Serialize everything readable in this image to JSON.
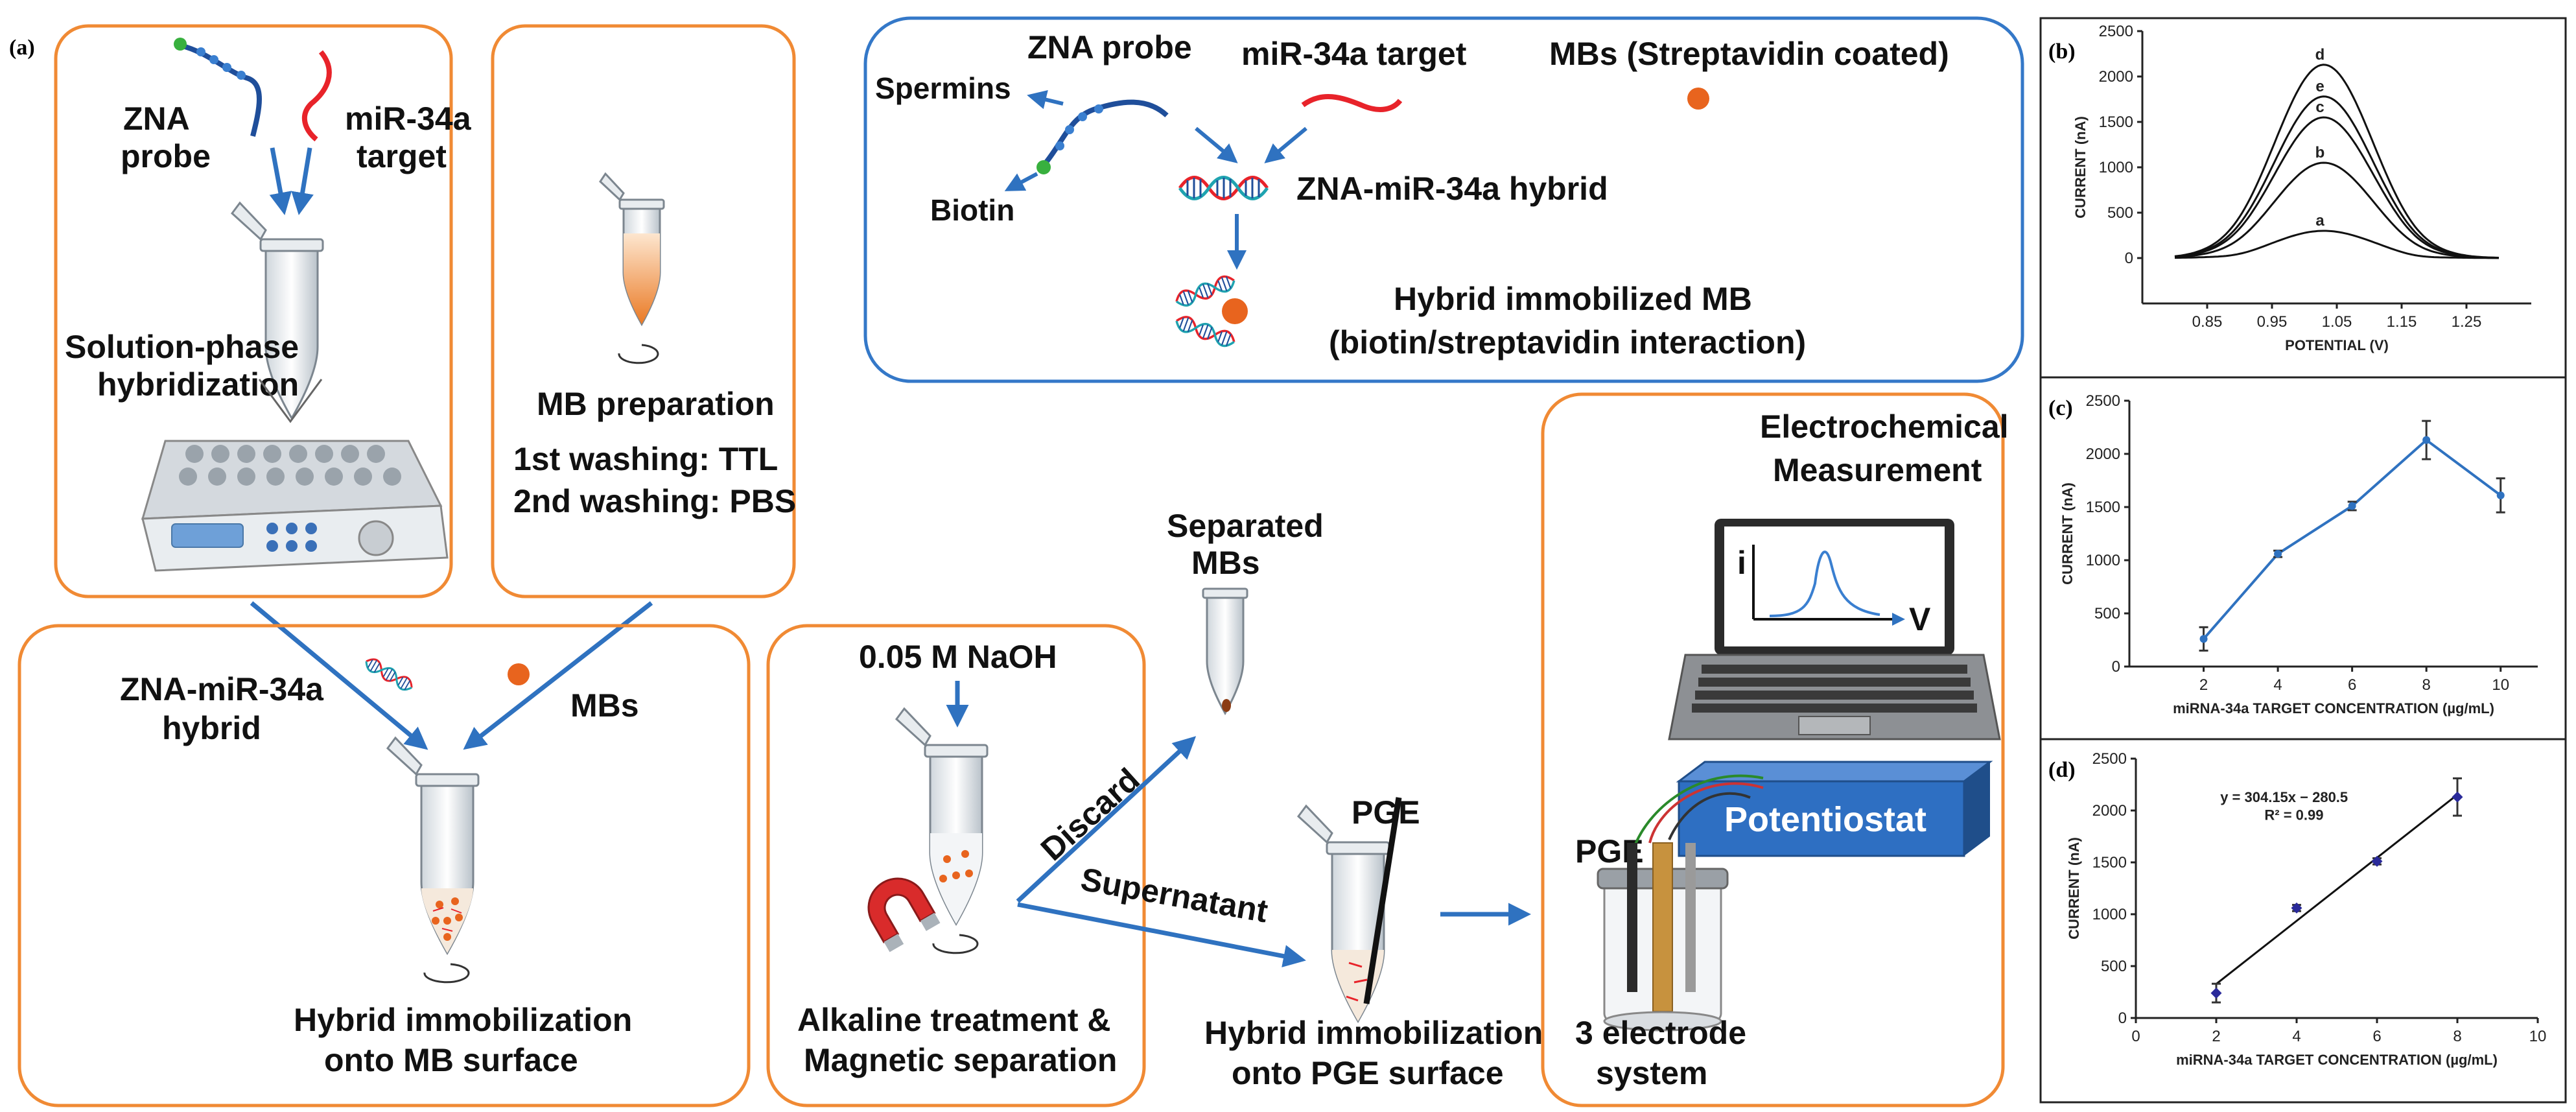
{
  "panel_labels": {
    "a": "(a)",
    "b": "(b)",
    "c": "(c)",
    "d": "(d)"
  },
  "step1": {
    "probe_label": [
      "ZNA",
      "probe"
    ],
    "target_label": [
      "miR-34a",
      "target"
    ],
    "hybridization_label": [
      "Solution-phase",
      "hybridization"
    ]
  },
  "step2": {
    "title": "MB preparation",
    "wash1": "1st washing: TTL",
    "wash2": "2nd washing: PBS"
  },
  "scheme": {
    "probe": "ZNA probe",
    "target": "miR-34a target",
    "mbs": "MBs (Streptavidin coated)",
    "spermins": "Spermins",
    "biotin": "Biotin",
    "hybrid": "ZNA-miR-34a hybrid",
    "immobilized": [
      "Hybrid immobilized MB",
      "(biotin/streptavidin interaction)"
    ]
  },
  "step3": {
    "hybrid_label": [
      "ZNA-miR-34a",
      "hybrid"
    ],
    "mbs_label": "MBs",
    "caption": [
      "Hybrid immobilization",
      "onto MB surface"
    ]
  },
  "step4": {
    "naoh": "0.05 M NaOH",
    "caption": [
      "Alkaline treatment &",
      "Magnetic separation"
    ]
  },
  "separation": {
    "separated": [
      "Separated",
      "MBs"
    ],
    "discard": "Discard",
    "supernatant": "Supernatant",
    "pge": "PGE",
    "caption": [
      "Hybrid immobilization",
      "onto PGE surface"
    ]
  },
  "step5": {
    "title": [
      "Electrochemical",
      "Measurement"
    ],
    "laptop_i": "i",
    "laptop_v": "V",
    "potentiostat": "Potentiostat",
    "pge": "PGE",
    "caption": [
      "3 electrode",
      "system"
    ]
  },
  "colors": {
    "orange_frame": "#F08A34",
    "blue_frame": "#3478C8",
    "arrow": "#2F72C0",
    "probe_blue": "#1F4E9A",
    "target_red": "#E8232A",
    "mb_orange": "#E8641E",
    "potentiostat_blue": "#2E6FC2"
  },
  "chart_data": [
    {
      "type": "line",
      "panel": "(b)",
      "xlabel": "POTENTIAL (V)",
      "ylabel": "CURRENT (nA)",
      "xlim": [
        0.75,
        1.35
      ],
      "ylim": [
        -500,
        2500
      ],
      "xticks": [
        0.85,
        0.95,
        1.05,
        1.15,
        1.25
      ],
      "yticks": [
        0,
        500,
        1000,
        1500,
        2000,
        2500
      ],
      "peak_x": 1.03,
      "series": [
        {
          "name": "a",
          "peak": 300
        },
        {
          "name": "b",
          "peak": 1050
        },
        {
          "name": "c",
          "peak": 1550
        },
        {
          "name": "e",
          "peak": 1780
        },
        {
          "name": "d",
          "peak": 2130
        }
      ]
    },
    {
      "type": "line",
      "panel": "(c)",
      "xlabel": "miRNA-34a TARGET CONCENTRATION (µg/mL)",
      "ylabel": "CURRENT (nA)",
      "xlim": [
        0,
        11
      ],
      "ylim": [
        0,
        2500
      ],
      "xticks": [
        2,
        4,
        6,
        8,
        10
      ],
      "yticks": [
        0,
        500,
        1000,
        1500,
        2000,
        2500
      ],
      "x": [
        2,
        4,
        6,
        8,
        10
      ],
      "values": [
        260,
        1060,
        1510,
        2130,
        1610
      ],
      "errors": [
        110,
        30,
        40,
        180,
        160
      ],
      "color": "#2F72C0"
    },
    {
      "type": "scatter",
      "panel": "(d)",
      "xlabel": "miRNA-34a TARGET CONCENTRATION (µg/mL)",
      "ylabel": "CURRENT (nA)",
      "xlim": [
        0,
        10
      ],
      "ylim": [
        0,
        2500
      ],
      "xticks": [
        0,
        2,
        4,
        6,
        8,
        10
      ],
      "yticks": [
        0,
        500,
        1000,
        1500,
        2000,
        2500
      ],
      "x": [
        2,
        4,
        6,
        8
      ],
      "values": [
        240,
        1060,
        1510,
        2130
      ],
      "errors": [
        90,
        30,
        30,
        180
      ],
      "fit": {
        "slope": 304.15,
        "intercept": -280.5
      },
      "equation": "y = 304.15x − 280.5",
      "r2": "R² = 0.99",
      "color": "#2A2A9A"
    }
  ]
}
